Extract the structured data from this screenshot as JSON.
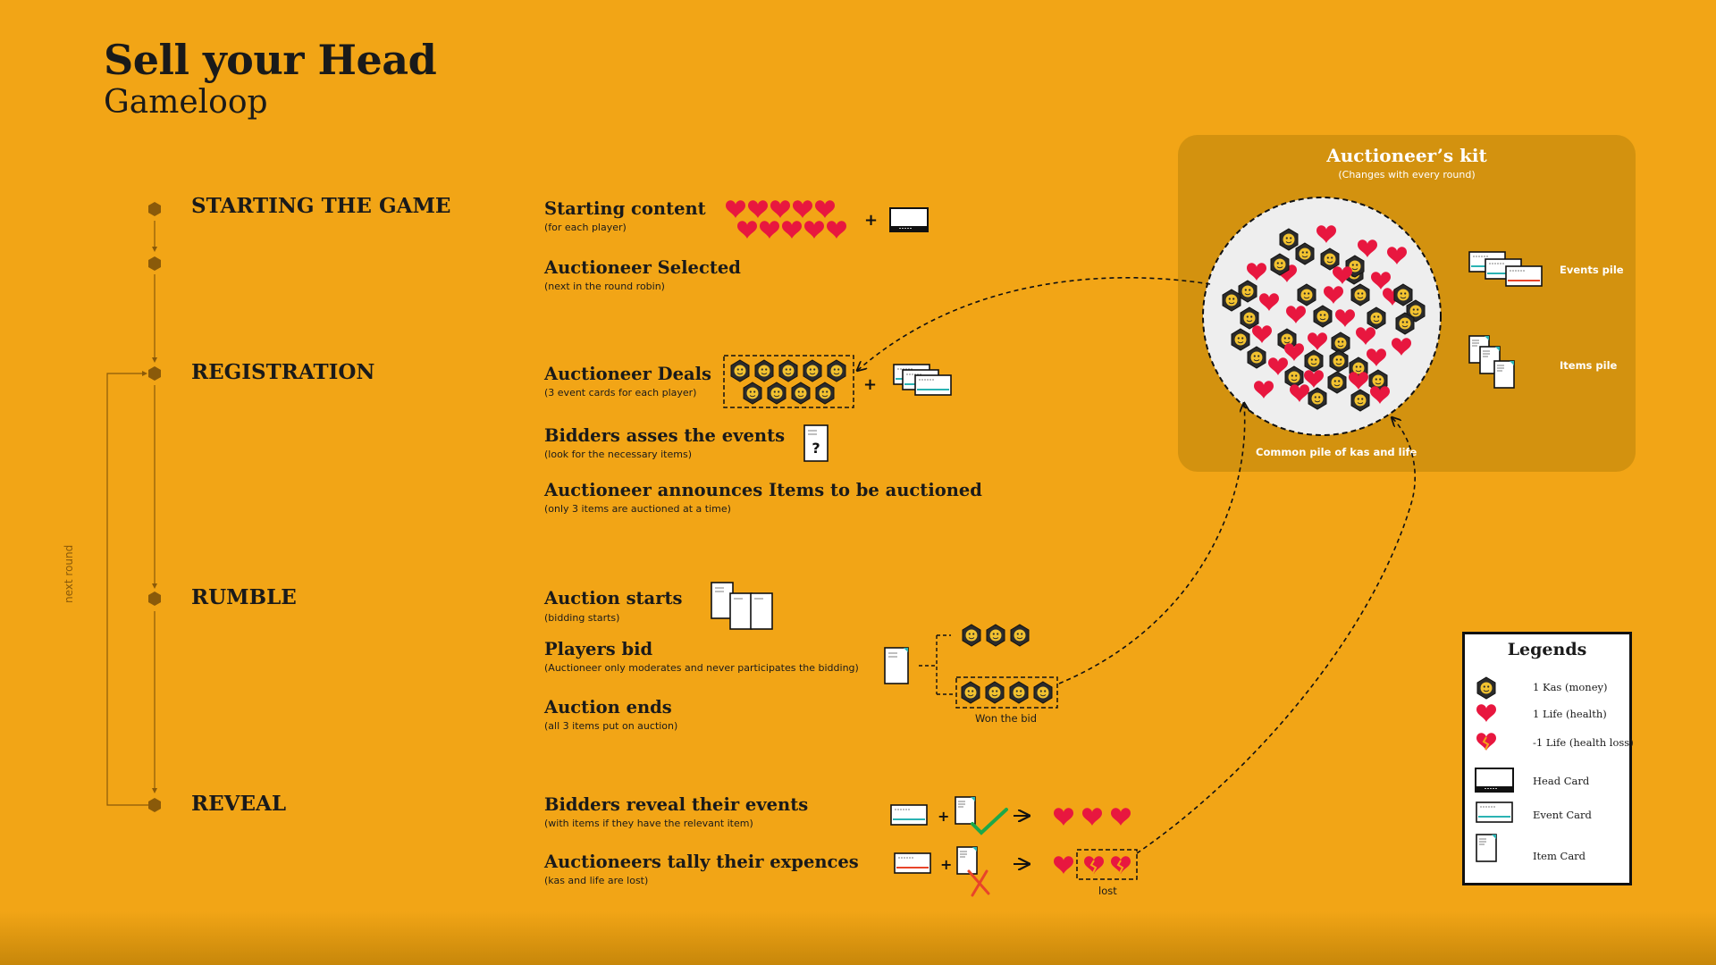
{
  "header": {
    "title": "Sell your Head",
    "subtitle": "Gameloop"
  },
  "phases": [
    {
      "label": "STARTING THE GAME"
    },
    {
      "label": "REGISTRATION"
    },
    {
      "label": "RUMBLE"
    },
    {
      "label": "REVEAL"
    }
  ],
  "loop_label": "next round",
  "steps": {
    "starting_content": {
      "title": "Starting content",
      "sub": "(for each player)"
    },
    "auctioneer_selected": {
      "title": "Auctioneer Selected",
      "sub": "(next in the round robin)"
    },
    "auctioneer_deals": {
      "title": "Auctioneer Deals",
      "sub": "(3 event cards for each player)"
    },
    "bidders_asses": {
      "title": "Bidders asses the events",
      "sub": "(look for the necessary items)"
    },
    "announces": {
      "title": "Auctioneer announces Items to be auctioned",
      "sub": "(only 3 items are auctioned at a time)"
    },
    "auction_starts": {
      "title": "Auction starts",
      "sub": "(bidding starts)"
    },
    "players_bid": {
      "title": "Players bid",
      "sub": "(Auctioneer only moderates and never participates the bidding)"
    },
    "auction_ends": {
      "title": "Auction ends",
      "sub": "(all 3 items put on auction)"
    },
    "bidders_reveal": {
      "title": "Bidders reveal their events",
      "sub": "(with items if they have the relevant item)"
    },
    "tally": {
      "title": "Auctioneers tally their expences",
      "sub": "(kas and life are lost)"
    }
  },
  "won_bid_label": "Won the bid",
  "lost_label": "lost",
  "kit": {
    "title": "Auctioneer’s kit",
    "subtitle": "(Changes with every round)",
    "events_pile": "Events pile",
    "items_pile": "Items pile",
    "common_pile": "Common pile of kas and life"
  },
  "legend": {
    "title": "Legends",
    "items": [
      {
        "icon": "kas-coin-icon",
        "label": "1 Kas (money)"
      },
      {
        "icon": "heart-icon",
        "label": "1 Life (health)"
      },
      {
        "icon": "broken-heart-icon",
        "label": "-1 Life (health loss)"
      },
      {
        "icon": "head-card-icon",
        "label": "Head Card"
      },
      {
        "icon": "event-card-icon",
        "label": "Event Card"
      },
      {
        "icon": "item-card-icon",
        "label": "Item Card"
      }
    ]
  },
  "colors": {
    "background": "#F2A516",
    "kit_panel": "#D3920F",
    "heart": "#E8173F",
    "coin": "#2B2B2B",
    "coin_face": "#F2C230",
    "event_stripe_teal": "#2BB3B3",
    "event_stripe_red": "#E8442A",
    "check": "#1DA84A",
    "cross": "#E8442A"
  }
}
